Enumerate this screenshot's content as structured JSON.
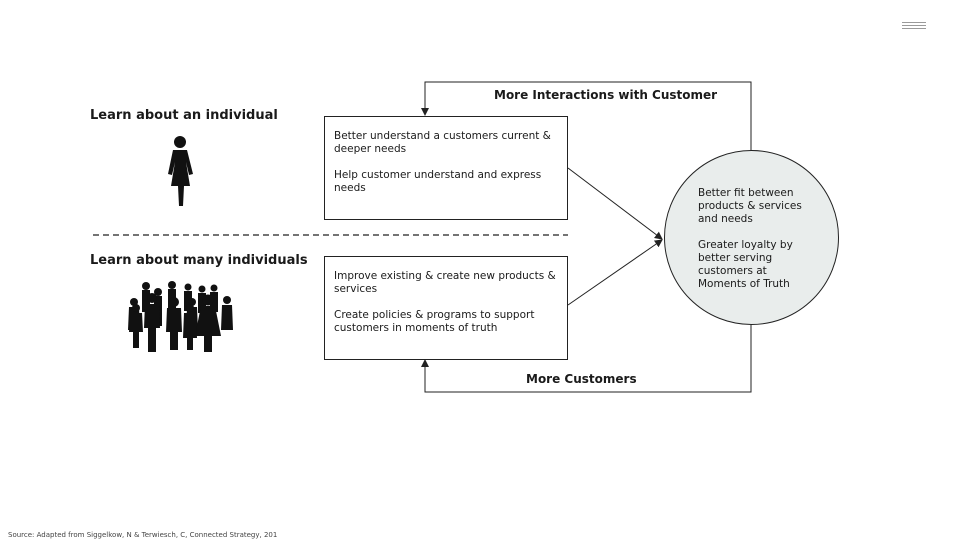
{
  "header": {
    "menu_icon": "hamburger-menu-icon"
  },
  "individual": {
    "heading": "Learn about an individual",
    "icon": "person-silhouette-icon",
    "box": {
      "line1": "Better understand a customers current & deeper needs",
      "line2": "Help customer understand and express needs"
    }
  },
  "many": {
    "heading": "Learn about many individuals",
    "icon": "crowd-silhouette-icon",
    "box": {
      "line1": "Improve existing & create new products & services",
      "line2": "Create policies & programs to support customers in moments of truth"
    }
  },
  "loops": {
    "top_label": "More Interactions with Customer",
    "bottom_label": "More Customers"
  },
  "outcome": {
    "line1": "Better fit between products & services and needs",
    "line2": "Greater loyalty by better serving customers at Moments of Truth"
  },
  "source": "Source: Adapted from Siggelkow, N & Terwiesch, C, Connected Strategy, 201",
  "colors": {
    "circle_fill": "#e9edec",
    "stroke": "#222222"
  }
}
